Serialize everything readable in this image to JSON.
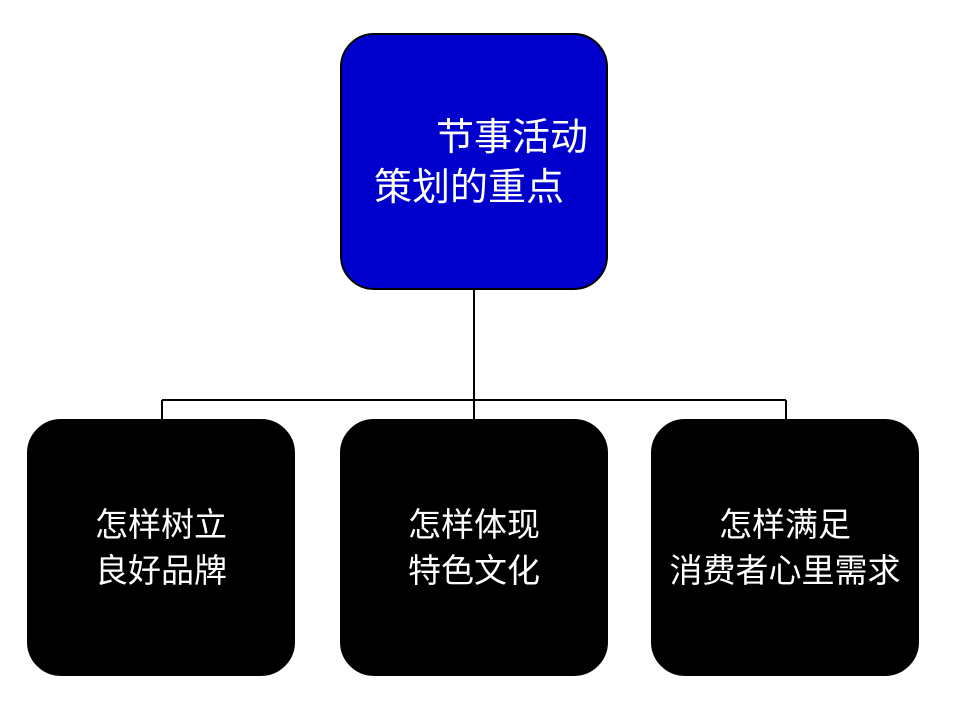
{
  "diagram": {
    "root": {
      "lines": [
        "节事活动",
        "策划的重点"
      ]
    },
    "children": [
      {
        "lines": [
          "怎样树立",
          "良好品牌"
        ]
      },
      {
        "lines": [
          "怎样体现",
          "特色文化"
        ]
      },
      {
        "lines": [
          "怎样满足",
          "消费者心里需求"
        ]
      }
    ]
  },
  "colors": {
    "root_fill": "#0000cc",
    "child_fill": "#000000",
    "text": "#ffffff",
    "connector": "#000000"
  }
}
